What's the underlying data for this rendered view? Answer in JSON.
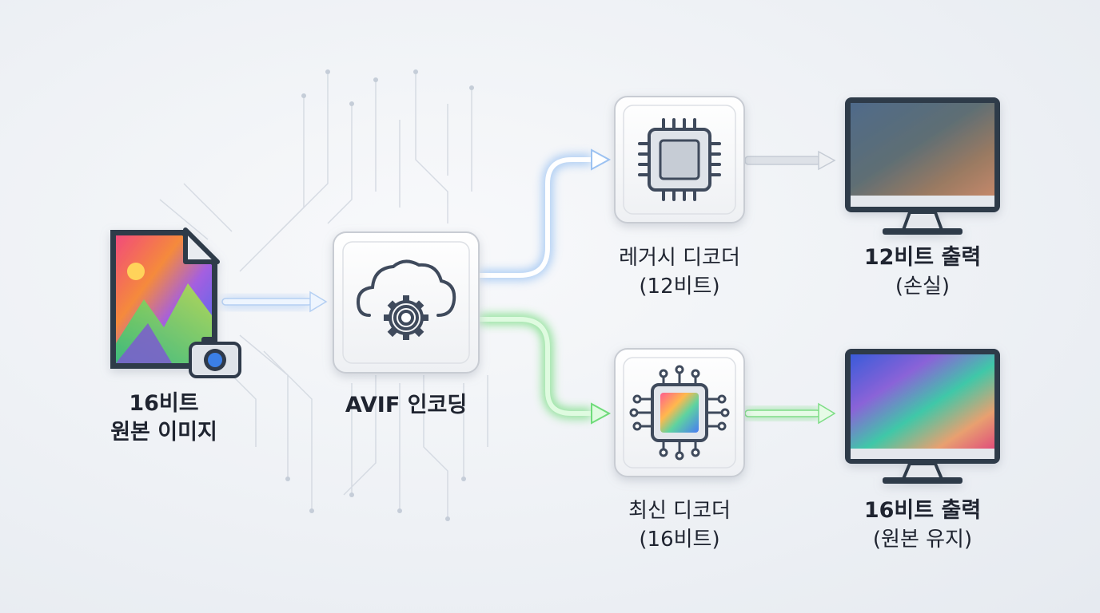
{
  "nodes": {
    "source": {
      "line1": "16비트",
      "line2": "원본 이미지",
      "icon": "image-file-icon"
    },
    "encoder": {
      "line1": "AVIF 인코딩",
      "icon": "cloud-gear-icon"
    },
    "legacy_decoder": {
      "line1": "레거시 디코더",
      "line2": "(12비트)",
      "icon": "chip-icon"
    },
    "modern_decoder": {
      "line1": "최신 디코더",
      "line2": "(16비트)",
      "icon": "color-chip-icon"
    },
    "output_12": {
      "line1": "12비트 출력",
      "line2": "(손실)",
      "icon": "monitor-icon"
    },
    "output_16": {
      "line1": "16비트 출력",
      "line2": "(원본 유지)",
      "icon": "monitor-icon"
    }
  },
  "colors": {
    "legacy_path": "#7fb2f0",
    "modern_path": "#5fd86b",
    "box_border": "#c8ccd3",
    "text": "#1f2430"
  }
}
